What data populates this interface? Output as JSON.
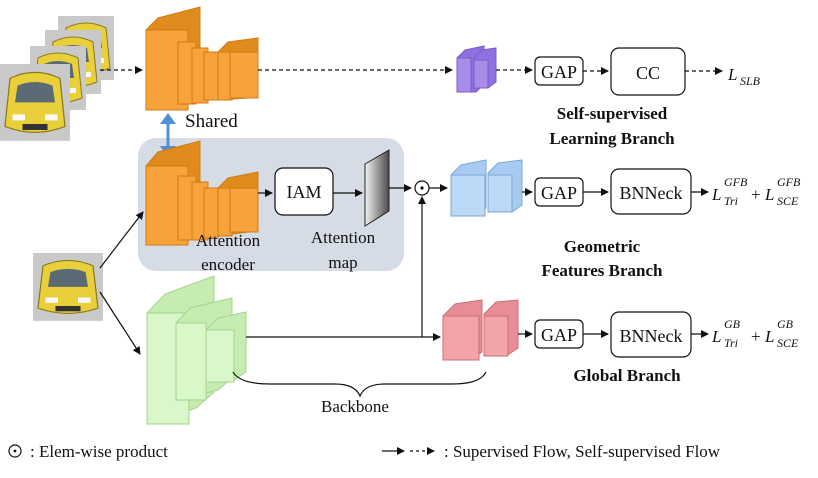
{
  "labels": {
    "shared": "Shared",
    "iam": "IAM",
    "attention_encoder_line1": "Attention",
    "attention_encoder_line2": "encoder",
    "attention_map_line1": "Attention",
    "attention_map_line2": "map",
    "gap": "GAP",
    "cc": "CC",
    "bnneck": "BNNeck",
    "backbone": "Backbone"
  },
  "branches": {
    "self_supervised_line1": "Self-supervised",
    "self_supervised_line2": "Learning Branch",
    "geometric_line1": "Geometric",
    "geometric_line2": "Features Branch",
    "global": "Global Branch"
  },
  "losses": {
    "slb": {
      "L": "L",
      "sub": "SLB"
    },
    "gfb": {
      "L1": "L",
      "sup1": "GFB",
      "sub1": "Tri",
      "plus": "+",
      "L2": "L",
      "sup2": "GFB",
      "sub2": "SCE"
    },
    "gb": {
      "L1": "L",
      "sup1": "GB",
      "sub1": "Tri",
      "plus": "+",
      "L2": "L",
      "sup2": "GB",
      "sub2": "SCE"
    }
  },
  "legend": {
    "odot_symbol": "⊙",
    "odot_text": ": Elem-wise product",
    "flow_text": ": Supervised Flow, Self-supervised Flow"
  },
  "colors": {
    "orange": "#f7a23a",
    "purple": "#a98ce8",
    "blue": "#bcd9f6",
    "green": "#d9f7c8",
    "red": "#f3a3aa",
    "panel": "#d5dce6",
    "shared_arrow": "#4f8fd6"
  },
  "icons": {
    "car_images": "car-image-icon",
    "elementwise": "odot-icon"
  }
}
